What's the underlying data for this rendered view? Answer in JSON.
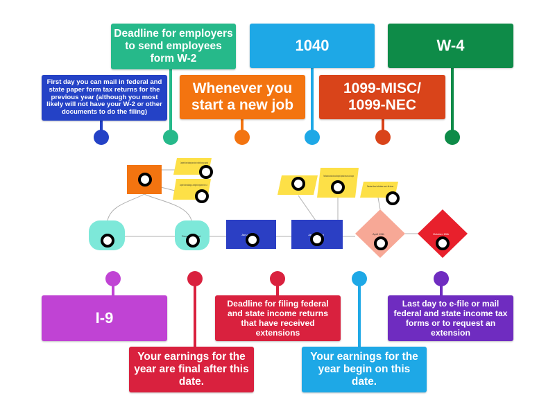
{
  "colors": {
    "teal": "#26b98a",
    "sky": "#1ea8e6",
    "green": "#0e8b48",
    "navy": "#2442c6",
    "orange": "#f37410",
    "red_orange": "#d9441a",
    "violet": "#c043d4",
    "crimson": "#d9213e",
    "purple": "#6f2cc0"
  },
  "labels": {
    "w2_deadline": "Deadline for employers to send employees form W-2",
    "f1040": "1040",
    "w4": "W-4",
    "first_day_mail": "First day you can mail in federal and state paper form tax returns for the previous year (although you most likely will not have your W-2 or other documents to do the filing)",
    "new_job": "Whenever you start a new job",
    "f1099": "1099-MISC/ 1099-NEC",
    "i9": "I-9",
    "extension_deadline": "Deadline for filing federal and state income returns that have received extensions",
    "last_day_efile": "Last day to e-file or mail federal and state income tax forms or to request an extension",
    "earnings_final": "Your earnings for the year are final after this date.",
    "earnings_begin": "Your earnings for the year begin on this date."
  },
  "diagram": {
    "note1": "Complete this form indicating how much tax to withhold from your paycheck",
    "note2": "Complete this form indicating you are eligible for employment in the U.S.",
    "note3": "These Miscellaneous Information forms and Nonemployee Compensation forms are also due to taxpayers",
    "note4": "Standard form individuals use to file taxes",
    "box1": "January 1st",
    "box2": "January 31st",
    "diamond1": "April 15th",
    "diamond2": "October 15th",
    "pill2": "December 31st"
  }
}
